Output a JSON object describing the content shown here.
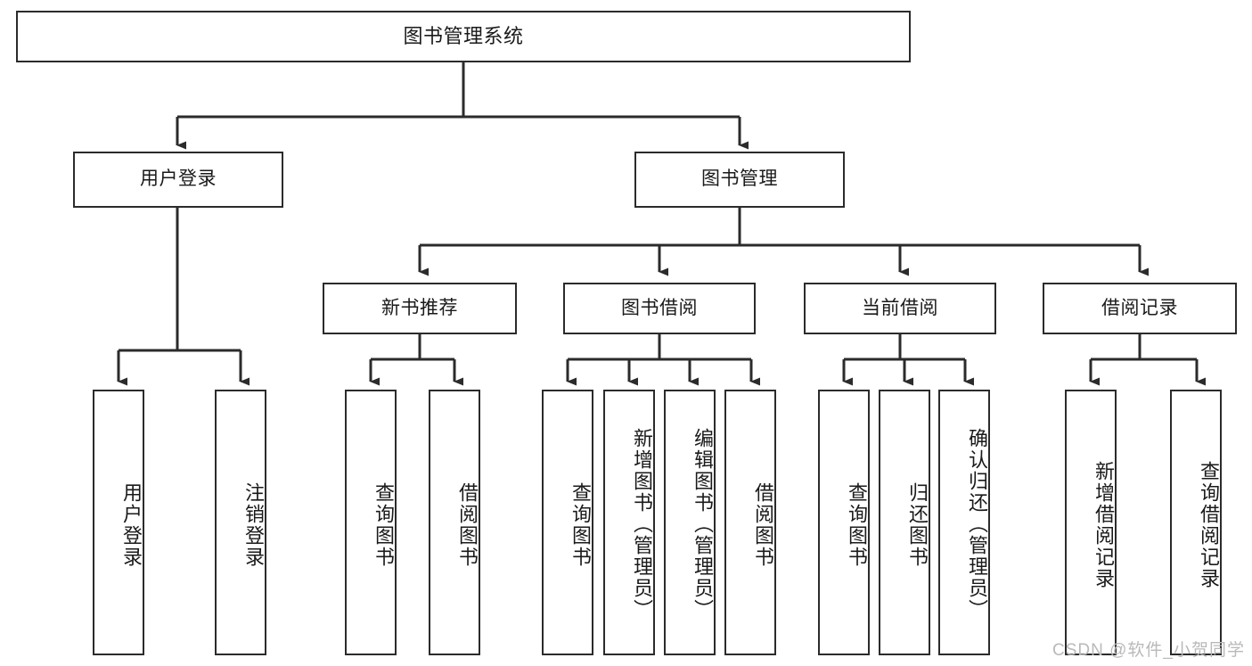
{
  "diagram": {
    "title": "图书管理系统",
    "type": "functional-structure-tree",
    "watermark": "CSDN @软件_小贺同学",
    "colors": {
      "background": "#ffffff",
      "stroke": "#2b2b2b",
      "text": "#1a1a1a",
      "watermark": "#b9b9b9"
    },
    "root": {
      "id": "root",
      "label": "图书管理系统"
    },
    "level2": [
      {
        "id": "n-user-login",
        "label": "用户登录"
      },
      {
        "id": "n-book-manage",
        "label": "图书管理"
      }
    ],
    "level3": [
      {
        "id": "n-new-book-rec",
        "label": "新书推荐"
      },
      {
        "id": "n-book-borrow",
        "label": "图书借阅"
      },
      {
        "id": "n-current-borrow",
        "label": "当前借阅"
      },
      {
        "id": "n-borrow-record",
        "label": "借阅记录"
      }
    ],
    "leaves": {
      "user_login": [
        {
          "id": "leaf-user-login",
          "label": "用户登录"
        },
        {
          "id": "leaf-user-logout",
          "label": "注销登录"
        }
      ],
      "new_book_rec": [
        {
          "id": "leaf-rec-query-book",
          "label": "查询图书"
        },
        {
          "id": "leaf-rec-borrow-book",
          "label": "借阅图书"
        }
      ],
      "book_borrow": [
        {
          "id": "leaf-borrow-query-book",
          "label": "查询图书"
        },
        {
          "id": "leaf-borrow-add-book",
          "label": "新增图书（管理员）"
        },
        {
          "id": "leaf-borrow-edit-book",
          "label": "编辑图书（管理员）"
        },
        {
          "id": "leaf-borrow-borrow-book",
          "label": "借阅图书"
        }
      ],
      "current_borrow": [
        {
          "id": "leaf-cur-query-book",
          "label": "查询图书"
        },
        {
          "id": "leaf-cur-return-book",
          "label": "归还图书"
        },
        {
          "id": "leaf-cur-confirm-return",
          "label": "确认归还（管理员）"
        }
      ],
      "borrow_record": [
        {
          "id": "leaf-rec-add-record",
          "label": "新增借阅记录"
        },
        {
          "id": "leaf-rec-query-record",
          "label": "查询借阅记录"
        }
      ]
    }
  }
}
